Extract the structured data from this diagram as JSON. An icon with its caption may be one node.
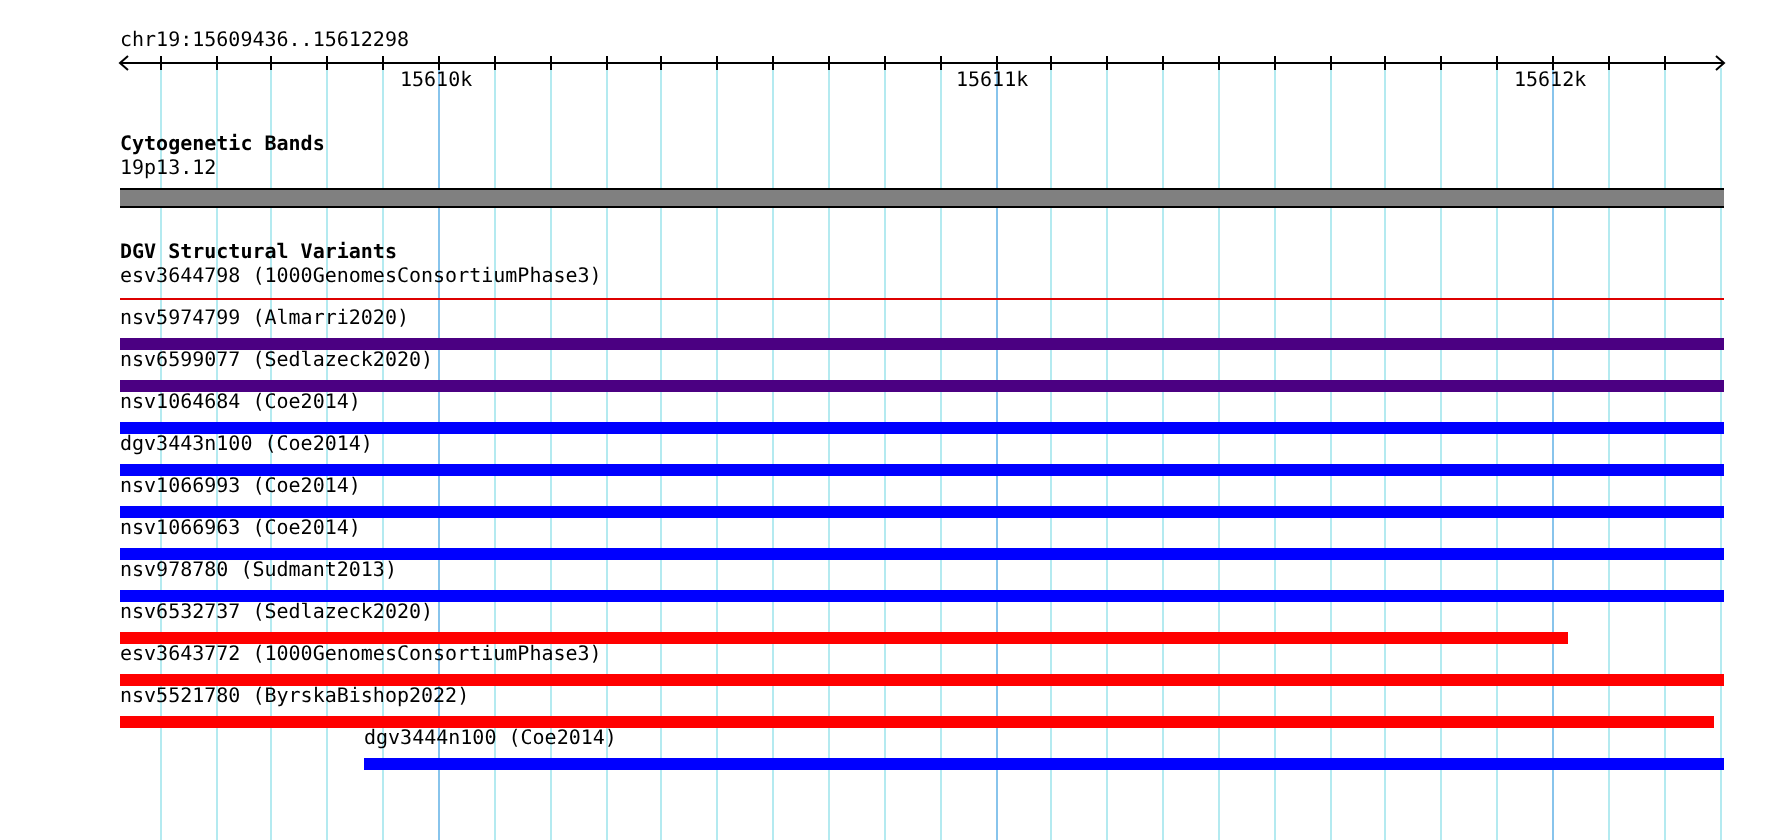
{
  "diagram": {
    "nodes": [
      {
        "text": [
          "19p13.12"
        ]
      },
      {
        "text": [
          "esv3644798 (1000GenomesConsortiumPhase3)"
        ]
      },
      {
        "text": [
          "nsv5974799 (Almarri2020)"
        ]
      },
      {
        "text": [
          "nsv6599077 (Sedlazeck2020)"
        ]
      },
      {
        "text": [
          "nsv1064684 (Coe2014)"
        ]
      },
      {
        "text": [
          "dgv3443n100 (Coe2014)"
        ]
      },
      {
        "text": [
          "nsv1066993 (Coe2014)"
        ]
      },
      {
        "text": [
          "nsv1066963 (Coe2014)"
        ]
      },
      {
        "text": [
          "nsv978780 (Sudmant2013)"
        ]
      },
      {
        "text": [
          "nsv6532737 (Sedlazeck2020)"
        ]
      },
      {
        "text": [
          "esv3643772 (1000GenomesConsortiumPhase3)"
        ]
      },
      {
        "text": [
          "nsv5521780 (ByrskaBishop2022)"
        ]
      },
      {
        "text": [
          "dgv3444n100 (Coe2014)"
        ]
      }
    ],
    "labels": [
      "chr19:15609436..15612298",
      "15610k",
      "15611k",
      "15612k",
      "Cytogenetic Bands",
      "DGV Structural Variants"
    ]
  }
}
